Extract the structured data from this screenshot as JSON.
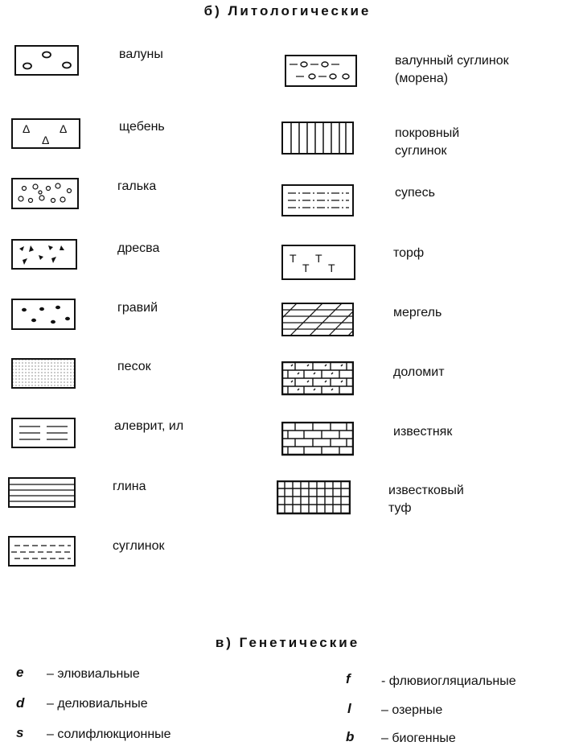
{
  "lithological": {
    "heading": "б) Литологические",
    "left": [
      {
        "key": "boulders",
        "label": "валуны"
      },
      {
        "key": "rubble",
        "label": "щебень"
      },
      {
        "key": "pebble",
        "label": "галька"
      },
      {
        "key": "gruss",
        "label": "дресва"
      },
      {
        "key": "gravel",
        "label": "гравий"
      },
      {
        "key": "sand",
        "label": "песок"
      },
      {
        "key": "silt",
        "label": "алеврит, ил"
      },
      {
        "key": "clay",
        "label": "глина"
      },
      {
        "key": "loam",
        "label": "суглинок"
      }
    ],
    "right": [
      {
        "key": "boulder-loam",
        "label_lines": [
          "валунный суглинок",
          "(морена)"
        ]
      },
      {
        "key": "cover-loam",
        "label_lines": [
          "покровный",
          "суглинок"
        ]
      },
      {
        "key": "sandy-loam",
        "label_lines": [
          "супесь"
        ]
      },
      {
        "key": "peat",
        "label_lines": [
          "торф"
        ]
      },
      {
        "key": "marl",
        "label_lines": [
          "мергель"
        ]
      },
      {
        "key": "dolomite",
        "label_lines": [
          "доломит"
        ]
      },
      {
        "key": "limestone",
        "label_lines": [
          "известняк"
        ]
      },
      {
        "key": "calcareous-tuff",
        "label_lines": [
          "известковый",
          "туф"
        ]
      }
    ]
  },
  "genetic": {
    "heading": "в) Генетические",
    "left": [
      {
        "code": "e",
        "desc": "– элювиальные"
      },
      {
        "code": "d",
        "desc": "– делювиальные"
      },
      {
        "code": "s",
        "desc": "– солифлюкционные"
      }
    ],
    "right": [
      {
        "code": "f",
        "desc": "-  флювиогляциальные"
      },
      {
        "code": "l",
        "desc": "–  озерные"
      },
      {
        "code": "b",
        "desc": "–  биогенные"
      }
    ]
  }
}
